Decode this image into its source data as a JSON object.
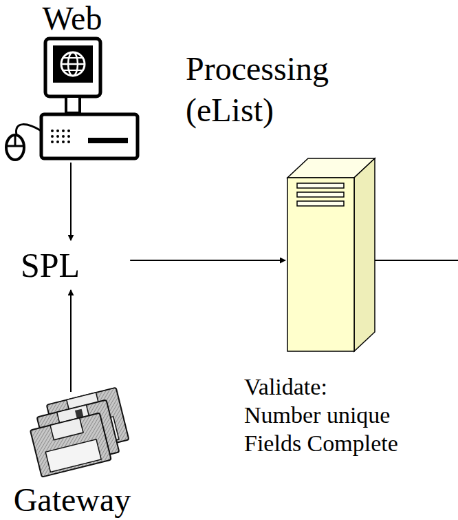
{
  "diagram": {
    "nodes": [
      {
        "text": [
          "Web"
        ]
      },
      {
        "text": [
          "Processing (eList)",
          "Validate:",
          "Number unique",
          "Fields Complete"
        ]
      },
      {
        "text": [
          "SPL"
        ]
      },
      {
        "text": [
          "Gateway"
        ]
      }
    ],
    "edges": [
      {
        "from": 0,
        "to": 2,
        "arrow": "to"
      },
      {
        "from": 3,
        "to": 2,
        "arrow": "to"
      },
      {
        "from": 2,
        "to": 1,
        "arrow": "to"
      }
    ]
  }
}
